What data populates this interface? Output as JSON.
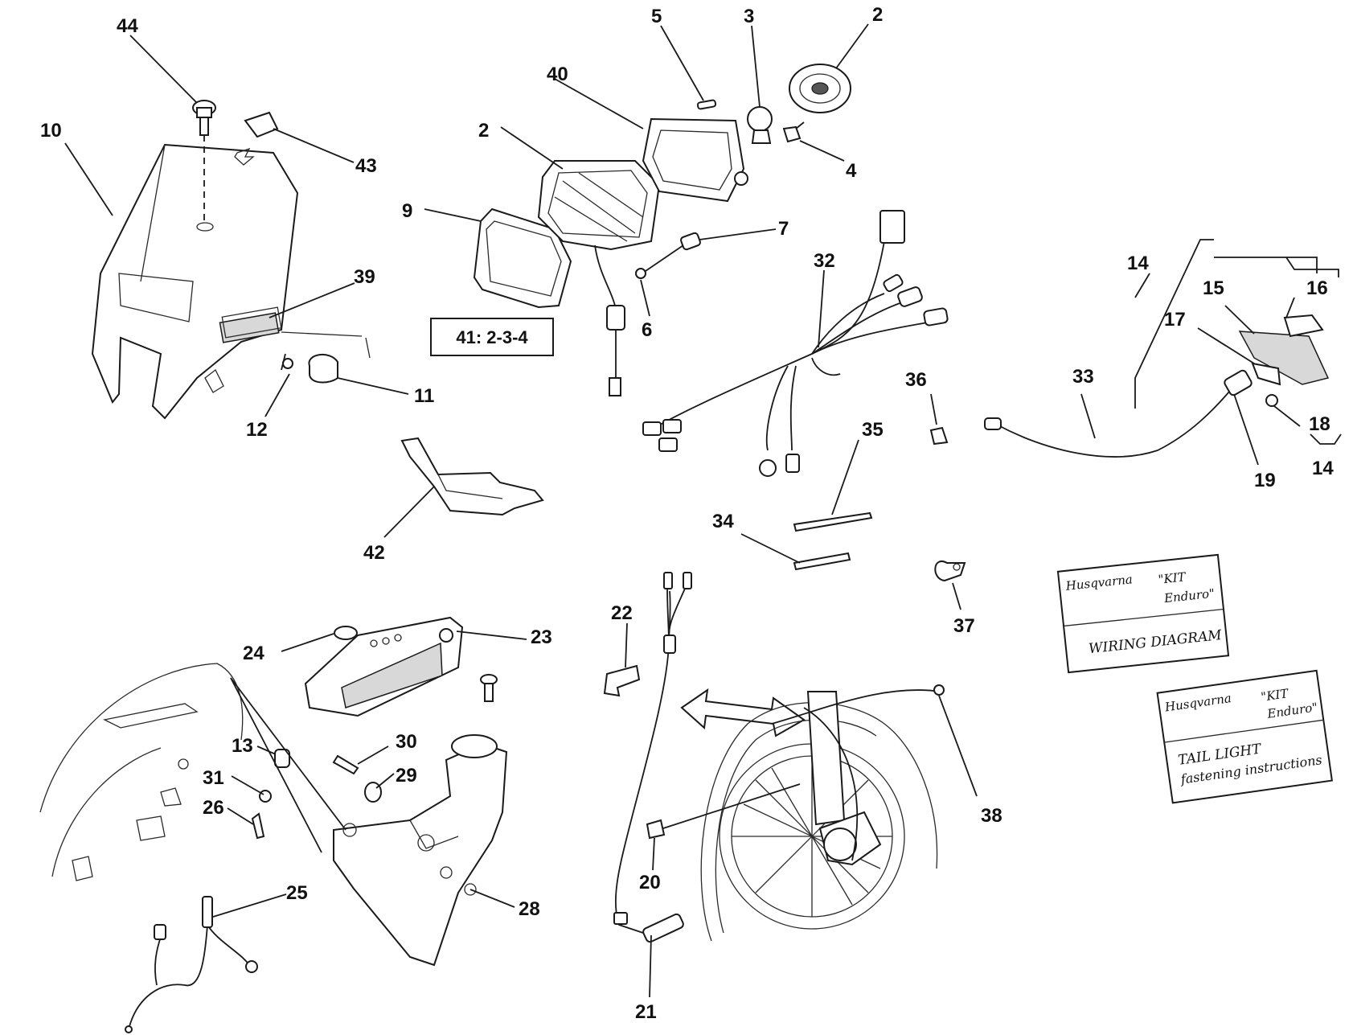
{
  "callouts": {
    "c44": "44",
    "c10": "10",
    "c43": "43",
    "c39": "39",
    "c11": "11",
    "c12": "12",
    "c5": "5",
    "c3": "3",
    "c2a": "2",
    "c40": "40",
    "c2b": "2",
    "c4": "4",
    "c9": "9",
    "c7": "7",
    "c6": "6",
    "c32": "32",
    "c42": "42",
    "c14a": "14",
    "c15": "15",
    "c16": "16",
    "c17": "17",
    "c18": "18",
    "c14b": "14",
    "c19": "19",
    "c33": "33",
    "c36": "36",
    "c35": "35",
    "c34": "34",
    "c37": "37",
    "c22": "22",
    "c24": "24",
    "c23": "23",
    "c13": "13",
    "c30": "30",
    "c31": "31",
    "c29": "29",
    "c26": "26",
    "c25": "25",
    "c28": "28",
    "c20": "20",
    "c21": "21",
    "c38": "38"
  },
  "kit_box": {
    "label": "41: 2-3-4"
  },
  "booklet_wiring": {
    "brand": "Husqvarna",
    "kit_line1": "\"KIT",
    "kit_line2": "Enduro\"",
    "title": "WIRING DIAGRAM"
  },
  "booklet_taillight": {
    "brand": "Husqvarna",
    "kit_line1": "\"KIT",
    "kit_line2": "Enduro\"",
    "title_line1": "TAIL LIGHT",
    "title_line2": "fastening instructions"
  }
}
